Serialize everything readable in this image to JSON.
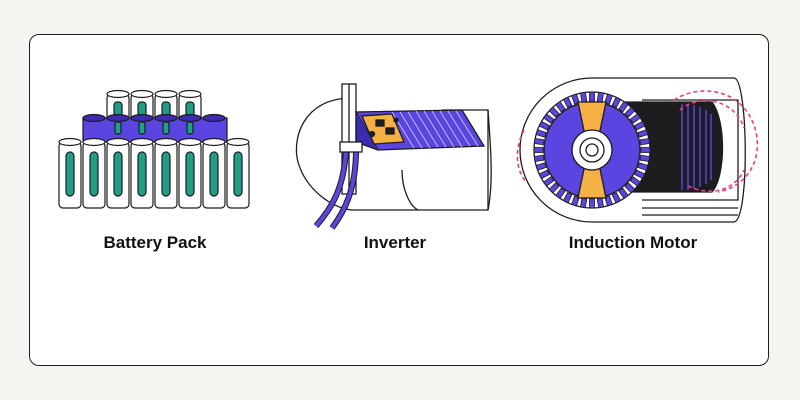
{
  "colors": {
    "background": "#f4f5f1",
    "card_border": "#1d1d1f",
    "accent_purple": "#5a45e0",
    "accent_teal": "#1f9d86",
    "accent_orange": "#f5b146",
    "accent_pink": "#ea3f7b"
  },
  "items": [
    {
      "label": "Battery Pack",
      "icon": "battery-pack-icon"
    },
    {
      "label": "Inverter",
      "icon": "inverter-icon"
    },
    {
      "label": "Induction Motor",
      "icon": "induction-motor-icon"
    }
  ]
}
